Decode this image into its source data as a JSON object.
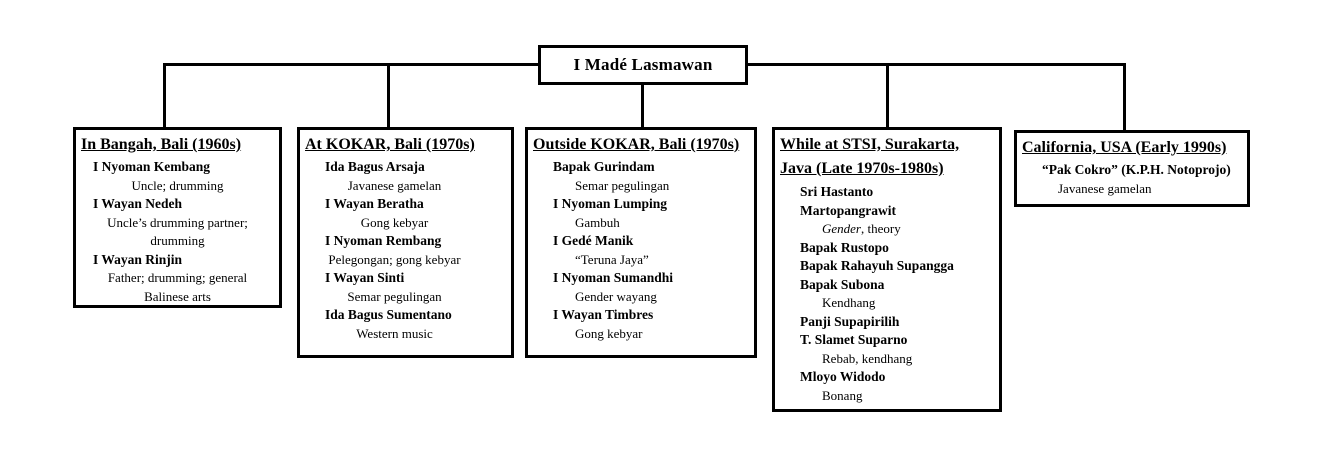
{
  "root": {
    "name": "I Madé Lasmawan"
  },
  "groups": [
    {
      "title": "In Bangah, Bali (1960s)",
      "people": [
        {
          "name": "I Nyoman Kembang",
          "desc": "Uncle; drumming"
        },
        {
          "name": "I Wayan Nedeh",
          "desc": "Uncle’s drumming partner; drumming"
        },
        {
          "name": "I Wayan Rinjin",
          "desc": "Father; drumming; general Balinese arts"
        }
      ]
    },
    {
      "title": "At KOKAR, Bali (1970s)",
      "people": [
        {
          "name": "Ida Bagus Arsaja",
          "desc": "Javanese gamelan"
        },
        {
          "name": "I Wayan Beratha",
          "desc": "Gong kebyar"
        },
        {
          "name": "I Nyoman Rembang",
          "desc": "Pelegongan; gong kebyar"
        },
        {
          "name": "I Wayan Sinti",
          "desc": "Semar pegulingan"
        },
        {
          "name": "Ida Bagus Sumentano",
          "desc": "Western music"
        }
      ]
    },
    {
      "title": "Outside KOKAR, Bali (1970s)",
      "people": [
        {
          "name": "Bapak Gurindam",
          "desc": "Semar pegulingan"
        },
        {
          "name": "I Nyoman Lumping",
          "desc": "Gambuh"
        },
        {
          "name": "I Gedé Manik",
          "desc": "“Teruna Jaya”"
        },
        {
          "name": "I Nyoman Sumandhi",
          "desc": "Gender wayang"
        },
        {
          "name": "I Wayan Timbres",
          "desc": "Gong kebyar"
        }
      ]
    },
    {
      "title": "While at STSI, Surakarta, Java (Late 1970s-1980s)",
      "people": [
        {
          "name": "Sri Hastanto"
        },
        {
          "name": "Martopangrawit",
          "desc_italic": "Gender",
          "desc_rest": ", theory"
        },
        {
          "name": "Bapak Rustopo"
        },
        {
          "name": "Bapak Rahayuh Supangga"
        },
        {
          "name": "Bapak Subona",
          "desc": "Kendhang"
        },
        {
          "name": "Panji Supapirilih"
        },
        {
          "name": "T. Slamet Suparno",
          "desc": "Rebab, kendhang"
        },
        {
          "name": "Mloyo Widodo",
          "desc": "Bonang"
        }
      ]
    },
    {
      "title": "California, USA (Early 1990s)",
      "people": [
        {
          "name": "“Pak Cokro” (K.P.H. Notoprojo)",
          "desc": "Javanese gamelan"
        }
      ]
    }
  ]
}
